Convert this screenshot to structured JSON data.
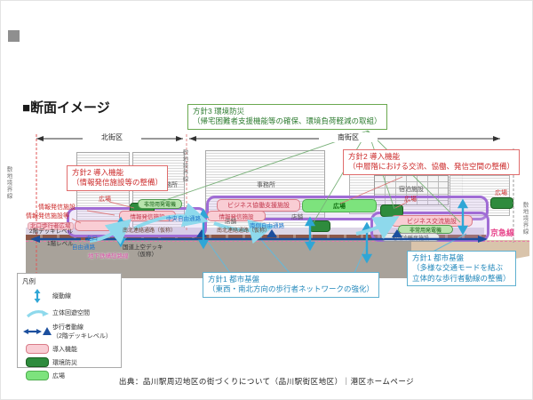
{
  "meta": {
    "title": "■断面イメージ",
    "caption": "出典：品川駅周辺地区の街づくりについて（品川駅街区地区）｜港区ホームページ"
  },
  "colors": {
    "policy_red": "#cc2a2a",
    "policy_green": "#2f7d32",
    "policy_blue": "#2288bb",
    "circulation_purple": "#a06cd5",
    "intro_pink": "#f9cdd4",
    "plaza_green": "#7de37d",
    "env_green": "#2e8b3d",
    "flow_cyan": "#2fa6d6",
    "pedestrian_blue": "#1c4f9e",
    "keikyu_pink": "#e8468c"
  },
  "dimension": {
    "north": "北街区",
    "south": "南街区"
  },
  "boundary": {
    "left": "敷地境界線",
    "mid": "敷地境界線",
    "right": "敷地境界線"
  },
  "callouts": {
    "p3": {
      "line1": "方針3 環境防災",
      "line2": "（帰宅困難者支援機能等の確保、環境負荷軽減の取組）"
    },
    "p2l": {
      "line1": "方針2 導入機能",
      "line2": "（情報発信施設等の整備）"
    },
    "p2r": {
      "line1": "方針2 導入機能",
      "line2": "（中層階における交流、協働、発信空間の整備）"
    },
    "p1c": {
      "line1": "方針1 都市基盤",
      "line2": "（東西・南北方向の歩行者ネットワークの強化）"
    },
    "p1r": {
      "line1": "方針1 都市基盤",
      "line2": "（多様な交通モードを結ぶ",
      "line3": "立体的な歩行者動線の整備）"
    }
  },
  "labels": {
    "office_left": "事務所",
    "office_center": "事務所",
    "hotel": "宿泊施設",
    "plaza_l": "広場",
    "info_label_left": "情報発信施設",
    "info_etc": "情報発信施設等",
    "north_plaza": "北口歩行者広場",
    "deck2": "2階デッキレベル",
    "level1": "1階レベル",
    "north_exit": "北口",
    "free_passage": "自由通路",
    "generator_l": "非常用発電機",
    "info_pill_left": "情報発信施設",
    "info_pill_center": "情報発信施設",
    "central_passage": "中央自由通路",
    "shop1": "店舗",
    "shop2": "店舗",
    "biz_support": "ビジネス協働支援施設",
    "plaza_c": "広場",
    "south_passage": "南側自由通路",
    "ns_corridor1": "南北連絡通路（仮称）",
    "ns_corridor2": "南北連絡通路（仮称）",
    "route_deck1": "国道上空デッキ",
    "route_deck2": "（仮称）",
    "subway": "地下鉄構想路線",
    "plaza_r1": "広場",
    "plaza_r2": "広場",
    "biz_exchange": "ビジネス交流施設",
    "generator_r": "非常用発電機",
    "hvac": "地域冷暖房施設",
    "keikyu": "京急線"
  },
  "legend": {
    "title": "凡例",
    "vertical": "縦動線",
    "spatial": "立体回遊空間",
    "pedestrian1": "歩行者動線",
    "pedestrian2": "（2階デッキレベル）",
    "intro": "導入機能",
    "env": "環境防災",
    "plaza": "広場"
  }
}
